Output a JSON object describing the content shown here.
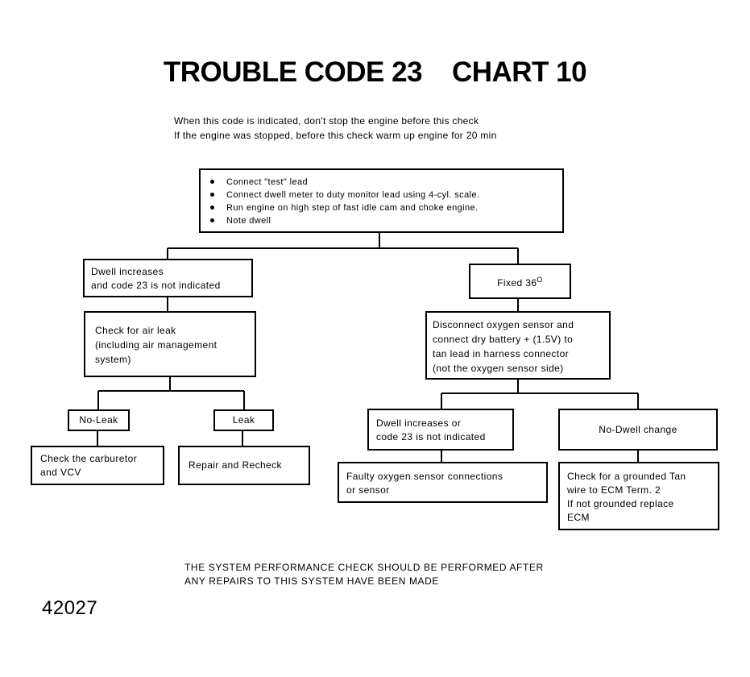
{
  "title": "TROUBLE CODE 23    CHART 10",
  "intro": [
    "When this code is indicated, don't stop the engine before this check",
    "If the engine was stopped, before this check  warm up engine for 20 min"
  ],
  "start_box": {
    "bullets": [
      "Connect \"test\" lead",
      "Connect dwell meter to duty monitor lead using 4-cyl. scale.",
      "Run engine on high step of fast idle cam and choke engine.",
      "Note dwell"
    ]
  },
  "dwell_increases_box": [
    "Dwell increases",
    "and code 23 is not indicated"
  ],
  "fixed_box": {
    "text": "Fixed 36",
    "superscript": "O"
  },
  "air_leak_box": [
    "Check for air leak",
    "(including air management",
    "system)"
  ],
  "disconnect_box": [
    "Disconnect oxygen sensor and",
    "connect dry battery  + (1.5V) to",
    "tan lead in harness connector",
    "(not the oxygen sensor side)"
  ],
  "no_leak_box": "No-Leak",
  "leak_box": "Leak",
  "carburetor_box": [
    "Check the carburetor",
    "and VCV"
  ],
  "repair_box": "Repair and Recheck",
  "dwell_or_code_box": [
    "Dwell increases or",
    "code 23 is not indicated"
  ],
  "no_dwell_change_box": "No-Dwell change",
  "faulty_o2_box": [
    "Faulty oxygen sensor connections",
    "or sensor"
  ],
  "grounded_tan_box": [
    "Check for a grounded Tan",
    "wire to ECM Term. 2",
    "If not grounded  replace",
    "ECM"
  ],
  "footer": [
    "THE SYSTEM PERFORMANCE CHECK SHOULD BE PERFORMED AFTER",
    "ANY REPAIRS TO THIS SYSTEM HAVE BEEN MADE"
  ],
  "figure_code": "42027"
}
